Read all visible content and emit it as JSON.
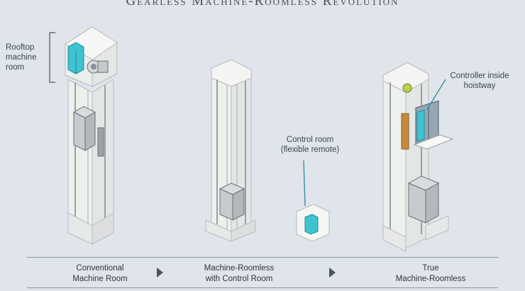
{
  "title": "Gearless Machine-Roomless Revolution",
  "callouts": {
    "rooftop": [
      "Rooftop",
      "machine",
      "room"
    ],
    "control_room": [
      "Control room",
      "(flexible remote)"
    ],
    "controller_inside": [
      "Controller inside",
      "hoistway"
    ]
  },
  "captions": {
    "conventional": [
      "Conventional",
      "Machine Room"
    ],
    "mrl_control": [
      "Machine-Roomless",
      "with Control Room"
    ],
    "true_mrl": [
      "True",
      "Machine-Roomless"
    ]
  },
  "colors": {
    "background": "#dfe5ea",
    "shaft": "#f4f5f3",
    "controller_cyan": "#3fc3d0",
    "weights_orange": "#c78a3c",
    "pointer": "#2b8a9a"
  }
}
